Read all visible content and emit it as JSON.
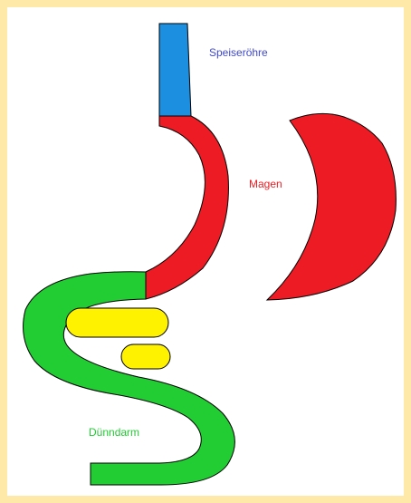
{
  "labels": {
    "esophagus": "Speiseröhre",
    "stomach": "Magen",
    "small_intestine": "Dünndarm"
  },
  "colors": {
    "frame_background": "#ffe9a8",
    "canvas_background": "#ffffff",
    "esophagus": "#1d8fe0",
    "stomach": "#ed1c24",
    "small_intestine": "#22cc33",
    "yellow_organs": "#fff200",
    "outline": "#000000",
    "esophagus_label": "#3f48cc",
    "stomach_label": "#ed1c24",
    "intestine_label": "#22cc33"
  }
}
